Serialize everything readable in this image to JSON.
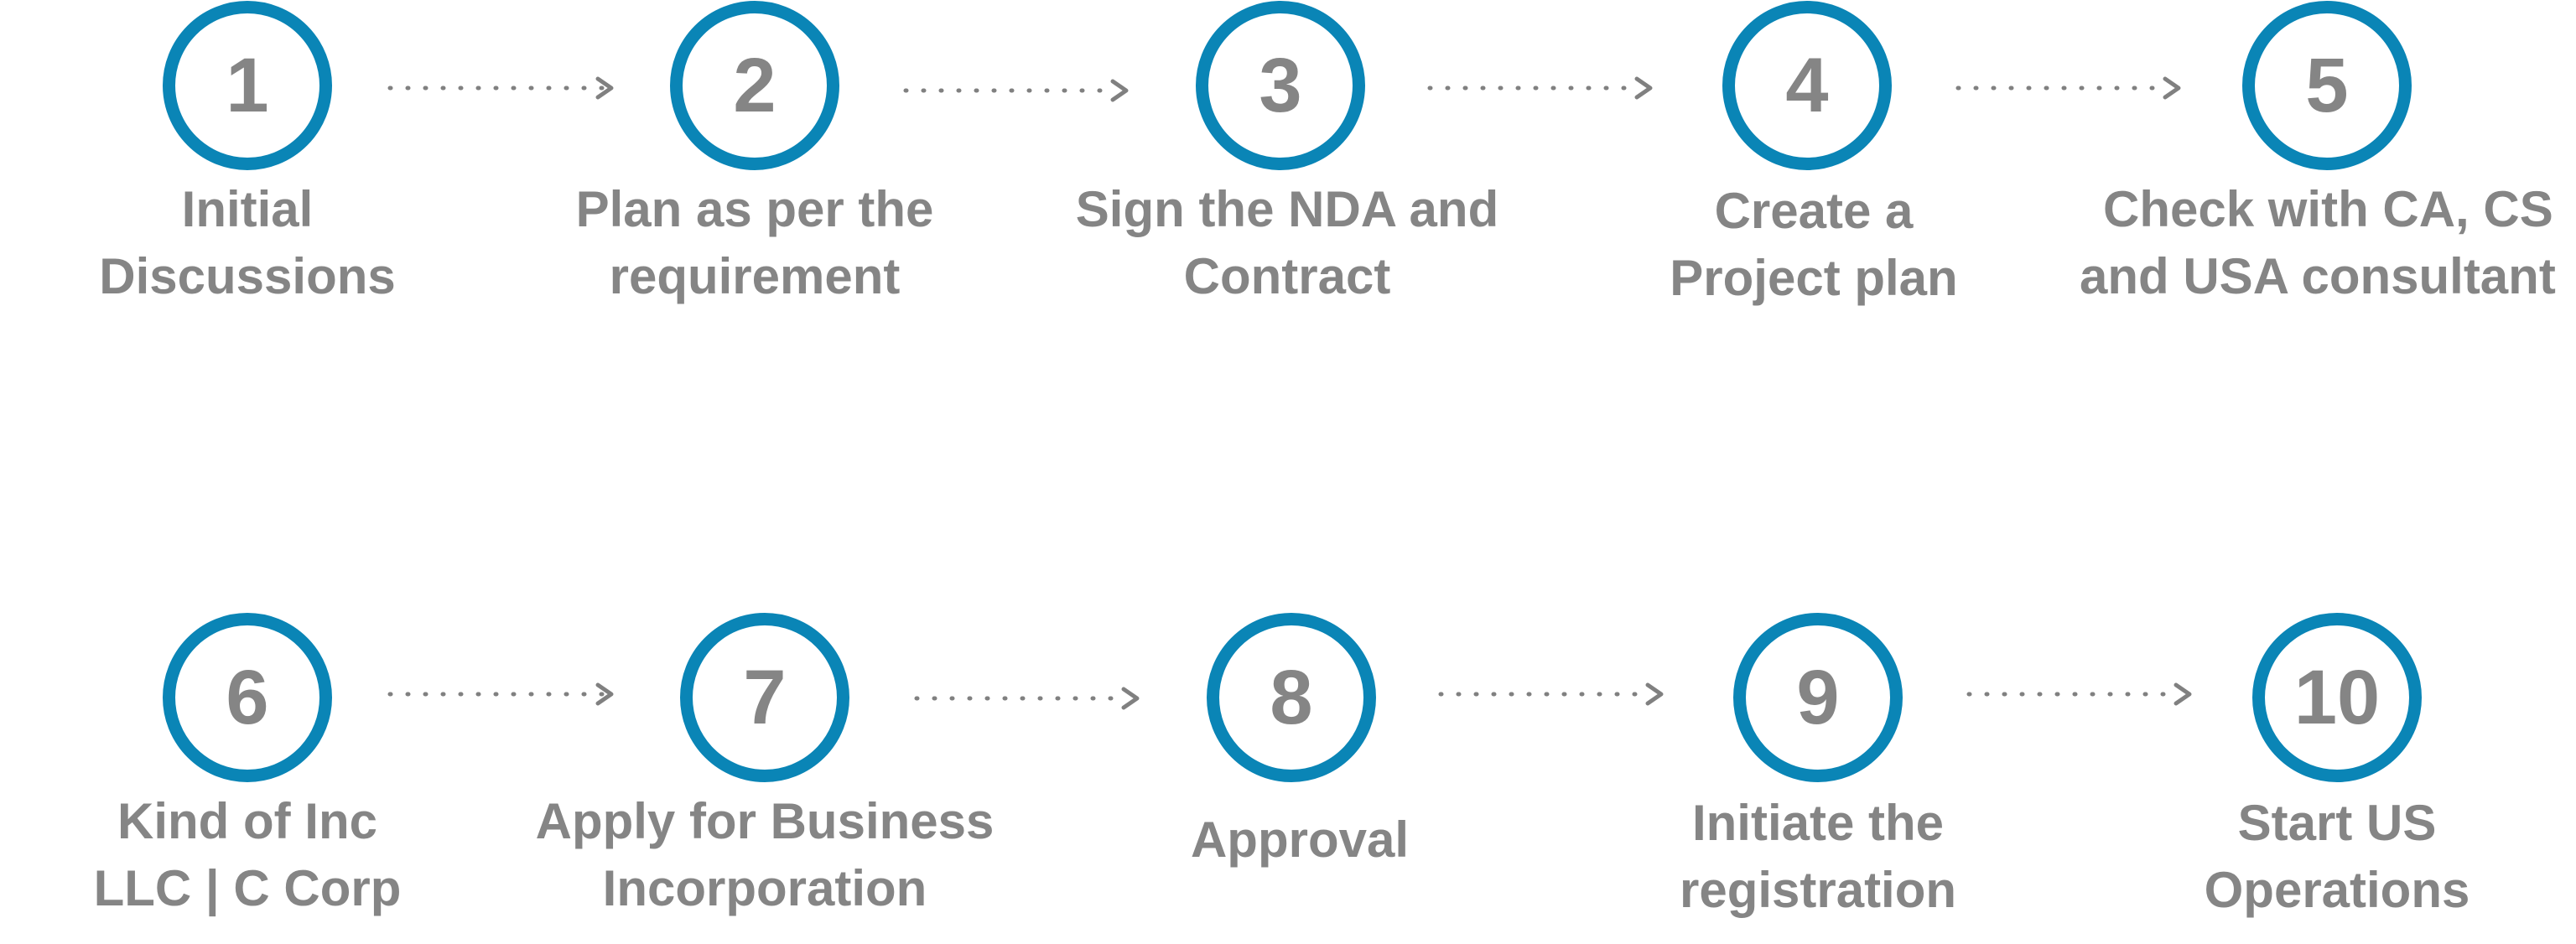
{
  "colors": {
    "circle_border": "#0a85b6",
    "text": "#858585",
    "connector": "#808080",
    "background": "#ffffff"
  },
  "steps": [
    {
      "number": "1",
      "lines": [
        "Initial",
        "Discussions"
      ]
    },
    {
      "number": "2",
      "lines": [
        "Plan as per the",
        "requirement"
      ]
    },
    {
      "number": "3",
      "lines": [
        "Sign the NDA and",
        "Contract"
      ]
    },
    {
      "number": "4",
      "lines": [
        "Create a",
        "Project plan"
      ]
    },
    {
      "number": "5",
      "lines": [
        "Check with CA, CS",
        "and USA consultant"
      ]
    },
    {
      "number": "6",
      "lines": [
        "Kind of Inc",
        "LLC | C Corp"
      ]
    },
    {
      "number": "7",
      "lines": [
        "Apply for Business",
        "Incorporation"
      ]
    },
    {
      "number": "8",
      "lines": [
        "Approval"
      ]
    },
    {
      "number": "9",
      "lines": [
        "Initiate the",
        "registration"
      ]
    },
    {
      "number": "10",
      "lines": [
        "Start US",
        "Operations"
      ]
    }
  ]
}
